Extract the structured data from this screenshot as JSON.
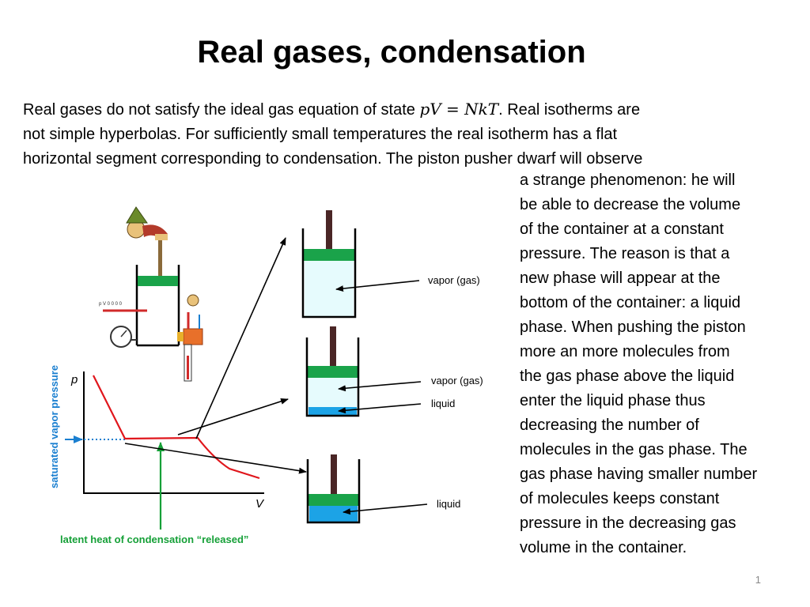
{
  "slide": {
    "title": "Real gases, condensation",
    "para_lines": {
      "l1a": "Real gases do not satisfy the ideal gas equation of state ",
      "l1_equation": "pV = NkT",
      "l1b": ". Real isotherms are",
      "l2": "not simple hyperbolas. For sufficiently small temperatures the real isotherm has a flat",
      "l3": "horizontal segment corresponding to condensation. The piston pusher dwarf will observe"
    },
    "column_lines": [
      "a strange phenomenon: he will",
      "be able to decrease the volume",
      "of the container at a constant",
      "pressure. The reason is that a",
      "new phase will appear at the",
      "bottom of the container: a liquid",
      "phase. When pushing the piston",
      "more an more molecules from",
      "the gas phase above the liquid",
      "enter the liquid phase thus",
      "decreasing the number of",
      "molecules in the gas phase. The",
      "gas phase having smaller number",
      "of molecules keeps constant",
      "pressure in the decreasing gas",
      "volume in the container."
    ],
    "page_number": "1"
  },
  "diagram": {
    "y_axis_var": "p",
    "x_axis_var": "V",
    "y_axis_label": "saturated vapor pressure",
    "latent_heat_label": "latent heat of condensation “released”",
    "container_1_label": "vapor (gas)",
    "container_2_vapor_label": "vapor (gas)",
    "container_2_liquid_label": "liquid",
    "container_3_liquid_label": "liquid",
    "colors": {
      "piston": "#1aa34a",
      "rod": "#4a2626",
      "vapor": "#e6fbfd",
      "liquid": "#1ca3e6",
      "isotherm": "#e0161c",
      "pressure_arrow": "#1a7fd0",
      "latent_arrow": "#16a038",
      "vapor_axis_label": "#1a7fd0"
    }
  }
}
